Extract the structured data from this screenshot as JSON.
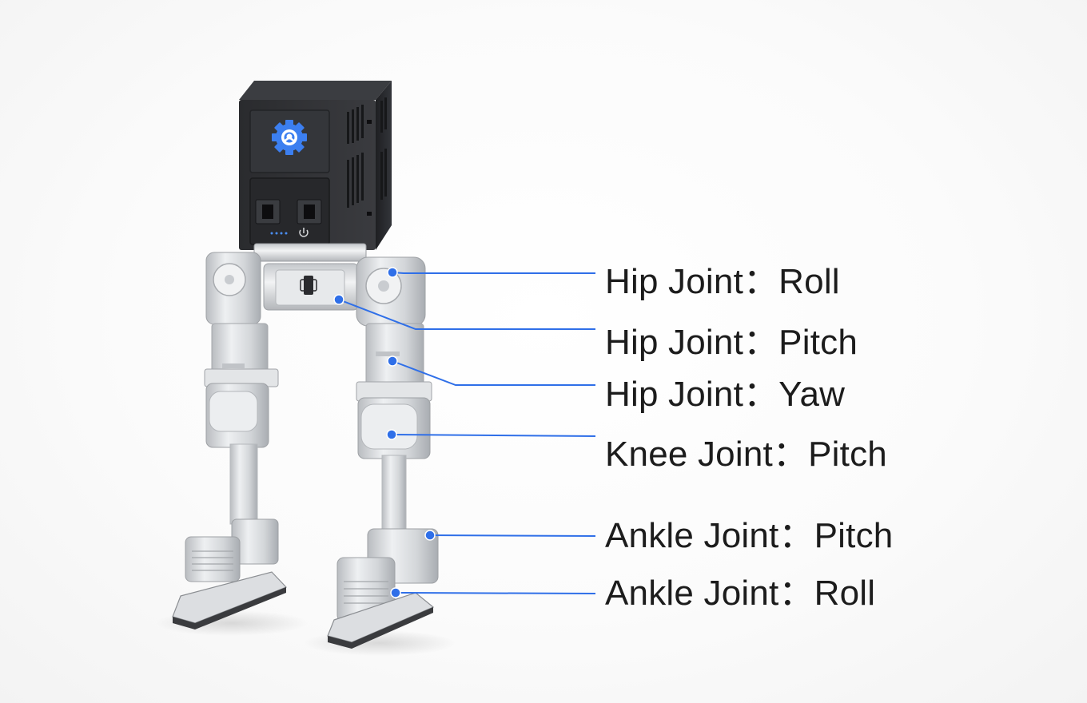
{
  "colors": {
    "accent": "#2f6fe8",
    "label_text": "#1c1c1c",
    "body_dark": "#2b2c2f",
    "metal": "#d6d8db"
  },
  "robot": {
    "logo_icon": "gear-with-steering-wheel-icon",
    "power_icon": "power-icon"
  },
  "callouts": [
    {
      "id": "hip-roll",
      "label": "Hip Joint：Roll"
    },
    {
      "id": "hip-pitch",
      "label": "Hip Joint：Pitch"
    },
    {
      "id": "hip-yaw",
      "label": "Hip Joint：Yaw"
    },
    {
      "id": "knee-pitch",
      "label": "Knee Joint：Pitch"
    },
    {
      "id": "ankle-pitch",
      "label": "Ankle Joint：Pitch"
    },
    {
      "id": "ankle-roll",
      "label": "Ankle Joint：Roll"
    }
  ]
}
